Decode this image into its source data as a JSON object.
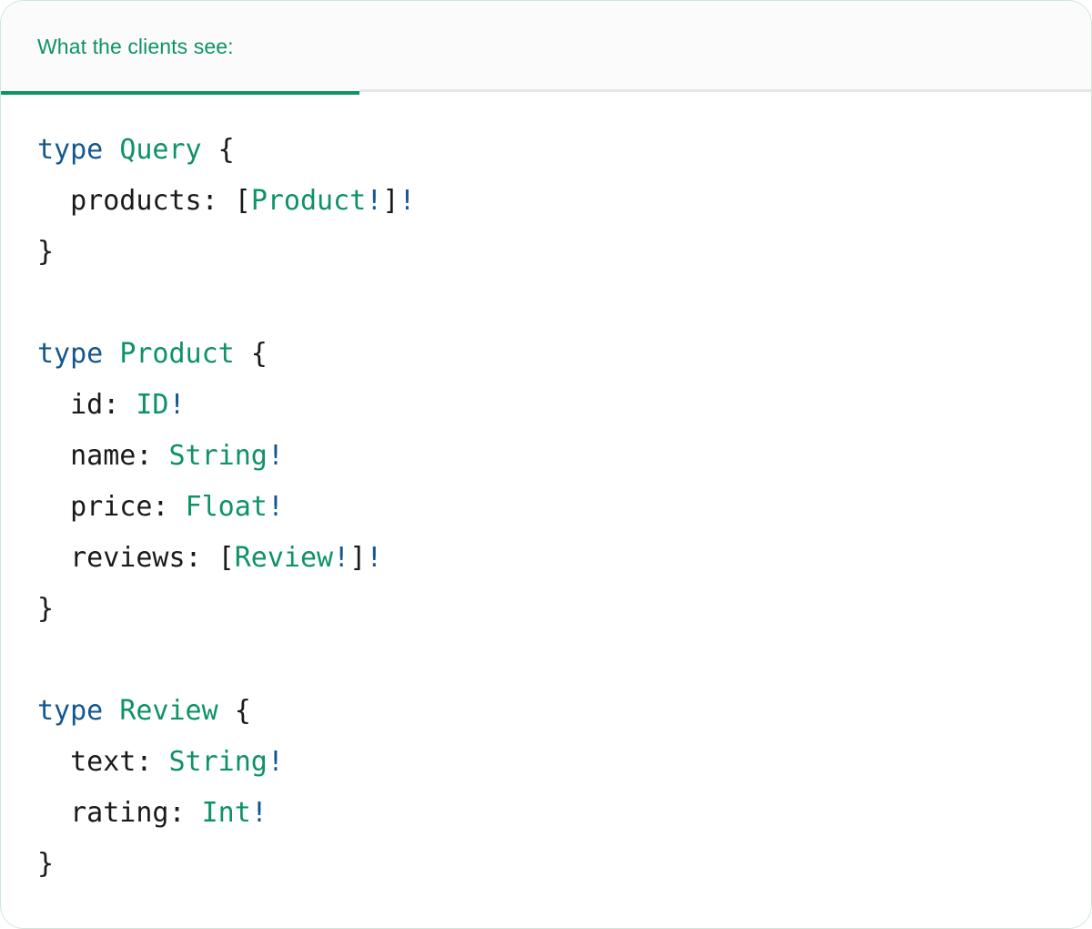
{
  "card": {
    "border_color": "#cfe6da",
    "background": "#ffffff"
  },
  "tabs": {
    "active_index": 0,
    "items": [
      {
        "label": "What the clients see:"
      }
    ],
    "indicator_color": "#0e9268",
    "header_background": "#fbfbfb",
    "divider_color": "#e6e6e6"
  },
  "theme": {
    "keyword_color": "#14578f",
    "type_color": "#0e9268",
    "punctuation_color": "#1a1a1a",
    "bang_color": "#14578f"
  },
  "code": {
    "language": "graphql",
    "lines": [
      [
        {
          "t": "type",
          "c": "kw"
        },
        {
          "t": " ",
          "c": "punct"
        },
        {
          "t": "Query",
          "c": "type"
        },
        {
          "t": " {",
          "c": "punct"
        }
      ],
      [
        {
          "t": "  products: [",
          "c": "field"
        },
        {
          "t": "Product",
          "c": "type"
        },
        {
          "t": "!",
          "c": "bang"
        },
        {
          "t": "]",
          "c": "punct"
        },
        {
          "t": "!",
          "c": "bang"
        }
      ],
      [
        {
          "t": "}",
          "c": "punct"
        }
      ],
      [],
      [
        {
          "t": "type",
          "c": "kw"
        },
        {
          "t": " ",
          "c": "punct"
        },
        {
          "t": "Product",
          "c": "type"
        },
        {
          "t": " {",
          "c": "punct"
        }
      ],
      [
        {
          "t": "  id: ",
          "c": "field"
        },
        {
          "t": "ID",
          "c": "type"
        },
        {
          "t": "!",
          "c": "bang"
        }
      ],
      [
        {
          "t": "  name: ",
          "c": "field"
        },
        {
          "t": "String",
          "c": "type"
        },
        {
          "t": "!",
          "c": "bang"
        }
      ],
      [
        {
          "t": "  price: ",
          "c": "field"
        },
        {
          "t": "Float",
          "c": "type"
        },
        {
          "t": "!",
          "c": "bang"
        }
      ],
      [
        {
          "t": "  reviews: [",
          "c": "field"
        },
        {
          "t": "Review",
          "c": "type"
        },
        {
          "t": "!",
          "c": "bang"
        },
        {
          "t": "]",
          "c": "punct"
        },
        {
          "t": "!",
          "c": "bang"
        }
      ],
      [
        {
          "t": "}",
          "c": "punct"
        }
      ],
      [],
      [
        {
          "t": "type",
          "c": "kw"
        },
        {
          "t": " ",
          "c": "punct"
        },
        {
          "t": "Review",
          "c": "type"
        },
        {
          "t": " {",
          "c": "punct"
        }
      ],
      [
        {
          "t": "  text: ",
          "c": "field"
        },
        {
          "t": "String",
          "c": "type"
        },
        {
          "t": "!",
          "c": "bang"
        }
      ],
      [
        {
          "t": "  rating: ",
          "c": "field"
        },
        {
          "t": "Int",
          "c": "type"
        },
        {
          "t": "!",
          "c": "bang"
        }
      ],
      [
        {
          "t": "}",
          "c": "punct"
        }
      ]
    ]
  }
}
